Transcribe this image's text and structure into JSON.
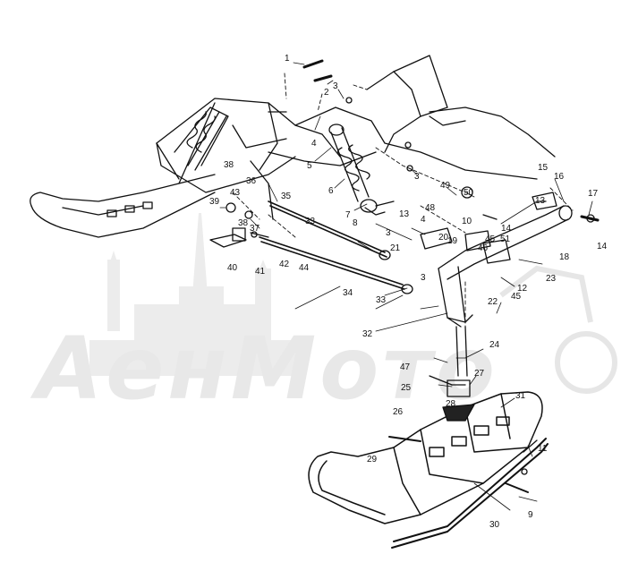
{
  "watermark": {
    "text": "АенМото",
    "color": "#e9e9e9"
  },
  "ink_color": "#111111",
  "callouts": [
    {
      "id": "c1",
      "text": "1"
    },
    {
      "id": "c2",
      "text": "2"
    },
    {
      "id": "c3a",
      "text": "3"
    },
    {
      "id": "c4a",
      "text": "4"
    },
    {
      "id": "c5",
      "text": "5"
    },
    {
      "id": "c3b",
      "text": "3"
    },
    {
      "id": "c6",
      "text": "6"
    },
    {
      "id": "c7",
      "text": "7"
    },
    {
      "id": "c8",
      "text": "8"
    },
    {
      "id": "c3c",
      "text": "3"
    },
    {
      "id": "c13a",
      "text": "13"
    },
    {
      "id": "c4b",
      "text": "4"
    },
    {
      "id": "c48",
      "text": "48"
    },
    {
      "id": "c49",
      "text": "49"
    },
    {
      "id": "c50",
      "text": "50"
    },
    {
      "id": "c10",
      "text": "10"
    },
    {
      "id": "c15",
      "text": "15"
    },
    {
      "id": "c16",
      "text": "16"
    },
    {
      "id": "c17",
      "text": "17"
    },
    {
      "id": "c13b",
      "text": "13"
    },
    {
      "id": "c14a",
      "text": "14"
    },
    {
      "id": "c14b",
      "text": "14"
    },
    {
      "id": "c18",
      "text": "18"
    },
    {
      "id": "c23",
      "text": "23"
    },
    {
      "id": "c12",
      "text": "12"
    },
    {
      "id": "c45a",
      "text": "45"
    },
    {
      "id": "c51",
      "text": "51"
    },
    {
      "id": "c46",
      "text": "46"
    },
    {
      "id": "c19",
      "text": "19"
    },
    {
      "id": "c20",
      "text": "20"
    },
    {
      "id": "c21",
      "text": "21"
    },
    {
      "id": "c3d",
      "text": "3"
    },
    {
      "id": "c38a",
      "text": "38"
    },
    {
      "id": "c36",
      "text": "36"
    },
    {
      "id": "c43",
      "text": "43"
    },
    {
      "id": "c39",
      "text": "39"
    },
    {
      "id": "c38b",
      "text": "38"
    },
    {
      "id": "c37",
      "text": "37"
    },
    {
      "id": "c35",
      "text": "35"
    },
    {
      "id": "c33a",
      "text": "33"
    },
    {
      "id": "c40",
      "text": "40"
    },
    {
      "id": "c41",
      "text": "41"
    },
    {
      "id": "c42",
      "text": "42"
    },
    {
      "id": "c44",
      "text": "44"
    },
    {
      "id": "c34",
      "text": "34"
    },
    {
      "id": "c33b",
      "text": "33"
    },
    {
      "id": "c22",
      "text": "22"
    },
    {
      "id": "c45b",
      "text": "45"
    },
    {
      "id": "c32",
      "text": "32"
    },
    {
      "id": "c47",
      "text": "47"
    },
    {
      "id": "c24",
      "text": "24"
    },
    {
      "id": "c25",
      "text": "25"
    },
    {
      "id": "c27",
      "text": "27"
    },
    {
      "id": "c26",
      "text": "26"
    },
    {
      "id": "c28",
      "text": "28"
    },
    {
      "id": "c31",
      "text": "31"
    },
    {
      "id": "c29",
      "text": "29"
    },
    {
      "id": "c11",
      "text": "11"
    },
    {
      "id": "c30",
      "text": "30"
    },
    {
      "id": "c9",
      "text": "9"
    }
  ]
}
